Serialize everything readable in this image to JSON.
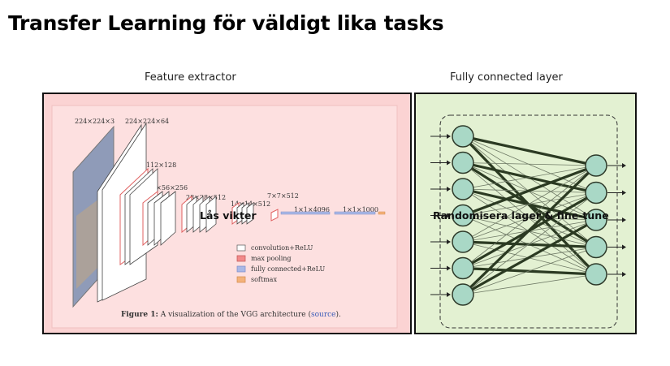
{
  "slide": {
    "title": "Transfer Learning för väldigt lika tasks",
    "left_label": "Feature extractor",
    "right_label": "Fully connected layer",
    "left_overlay": "Lås vikter",
    "right_overlay": "Randomisera lager & fine-tune"
  },
  "vgg_figure": {
    "dims": [
      "224×224×3",
      "224×224×64",
      "112×112×128",
      "56×56×256",
      "28×28×512",
      "14×14×512",
      "7×7×512",
      "1×1×4096",
      "1×1×1000"
    ],
    "legend": [
      {
        "label": "convolution+ReLU",
        "color": "#ffffff"
      },
      {
        "label": "max pooling",
        "color": "#f28b8b"
      },
      {
        "label": "fully connected+ReLU",
        "color": "#aab8e6"
      },
      {
        "label": "softmax",
        "color": "#f4b27a"
      }
    ],
    "caption_bold": "Figure 1:",
    "caption_text": " A visualization of the VGG architecture (",
    "caption_link": "source",
    "caption_end": ")."
  },
  "network": {
    "input_nodes": 7,
    "output_nodes": 5,
    "node_color": "#a9d8c6",
    "thick_edges": [
      [
        0,
        0
      ],
      [
        0,
        4
      ],
      [
        1,
        3
      ],
      [
        2,
        2
      ],
      [
        3,
        0
      ],
      [
        5,
        1
      ],
      [
        5,
        4
      ],
      [
        6,
        0
      ],
      [
        6,
        2
      ],
      [
        1,
        1
      ],
      [
        4,
        3
      ]
    ]
  }
}
